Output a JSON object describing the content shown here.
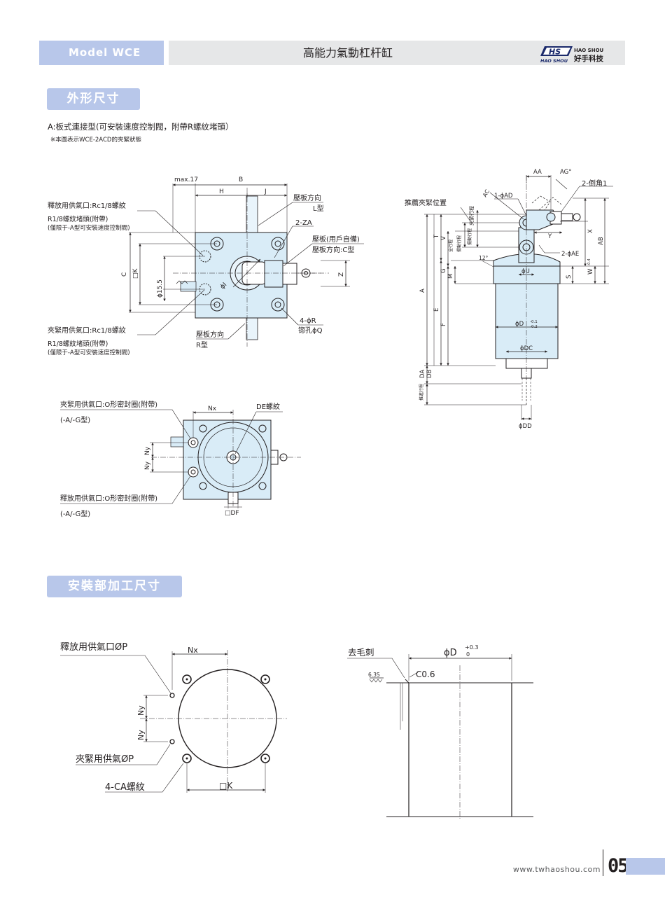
{
  "header": {
    "model": "Model WCE",
    "title": "高能力氣動杠杆缸",
    "logo": {
      "mark": "HS",
      "brand_en": "HAO SHOU",
      "brand_cn": "好手科技"
    }
  },
  "sections": {
    "outline": "外形尺寸",
    "mounting": "安裝部加工尺寸"
  },
  "intro": {
    "subtitle": "A:板式連接型(可安裝速度控制閥，附帶R螺紋堵頭）",
    "note": "※本圖表示WCE-2ACD的夾緊狀態"
  },
  "top_view": {
    "dims": {
      "max17": "max.17",
      "B": "B",
      "H": "H",
      "J": "J",
      "C": "C",
      "K": "□K",
      "phi155": "ϕ15.5",
      "phiI": "ϕI",
      "Z": "Z"
    },
    "labels": {
      "release_port": "釋放用供氣口:Rc1/8螺紋",
      "release_plug": "R1/8螺紋堵頭(附帶)",
      "release_note": "(僅限于-A型可安裝速度控制閥)",
      "clamp_port": "夾緊用供氣口:Rc1/8螺紋",
      "clamp_plug": "R1/8螺紋堵頭(附帶)",
      "clamp_note": "(僅限于-A型可安裝速度控制閥)",
      "dir_L": "壓板方向",
      "dir_L2": "L型",
      "za": "2-ZA",
      "plate": "壓板(用戶自備)",
      "dir_C": "壓板方向:C型",
      "holes": "4-ϕR",
      "counterbore": "锪孔ϕQ",
      "dir_R": "壓板方向",
      "dir_R2": "R型"
    }
  },
  "bottom_view": {
    "labels": {
      "clamp_port": "夾緊用供氣口:O形密封圈(附帶)",
      "clamp_type": "(-A/-G型)",
      "release_port": "釋放用供氣口:O形密封圈(附帶)",
      "release_type": "(-A/-G型)",
      "Nx": "Nx",
      "DE": "DE螺紋",
      "Ny1": "Ny",
      "Ny2": "Ny",
      "DF": "□DF"
    }
  },
  "side_view": {
    "labels": {
      "AA": "AA",
      "AG": "AG°",
      "chamfer": "2-倒角1",
      "AC": "AC",
      "phiAD": "1-ϕAD",
      "rec_pos": "推薦夾緊位置",
      "clamp_stroke": "夾緊行程",
      "full_stroke": "全行程",
      "swing_stroke": "擺動行程",
      "swing_stroke2": "擺動行程",
      "T": "T",
      "V": "V",
      "Y": "Y",
      "X": "X",
      "AB": "AB",
      "phiAE": "2-ϕAE",
      "deg12": "12°",
      "G": "G",
      "M": "M",
      "phiU": "ϕU",
      "S": "S",
      "W": "W",
      "W_tol": "-0.4",
      "A": "A",
      "E": "E",
      "F": "F",
      "phiD": "ϕD",
      "phiD_tol_top": "-0.1",
      "phiD_tol_bot": "-0.2",
      "phiDC": "ϕDC",
      "DA": "DA",
      "DB": "DB",
      "push_stroke": "推進行程",
      "phiDD": "ϕDD"
    }
  },
  "mounting": {
    "labels": {
      "release": "釋放用供氣口ØP",
      "clamp": "夾緊用供氣ØP",
      "ca": "4-CA螺紋",
      "Nx": "Nx",
      "Ny1": "Ny",
      "Ny2": "Ny",
      "K": "□K",
      "deburr": "去毛刺",
      "phiD": "ϕD",
      "tol_top": "+0.3",
      "tol_bot": "0",
      "c06": "C0.6",
      "rough": "6.3S"
    }
  },
  "footer": {
    "url": "www.twhaoshou.com",
    "page": "05"
  },
  "colors": {
    "accent": "#b8c7ea",
    "part_fill": "#d9ecf7",
    "header_gray": "#e6e7e8",
    "line": "#231f20"
  }
}
